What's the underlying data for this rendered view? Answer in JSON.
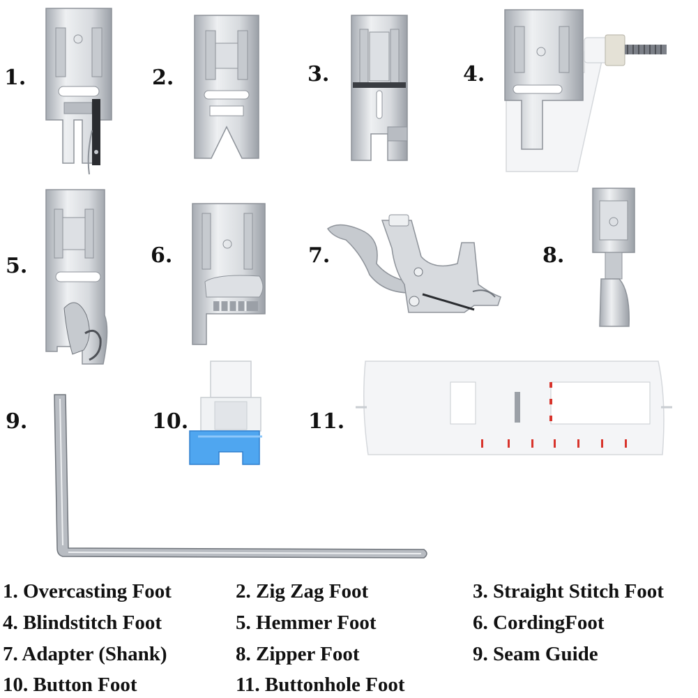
{
  "numbers": [
    "1.",
    "2.",
    "3.",
    "4.",
    "5.",
    "6.",
    "7.",
    "8.",
    "9.",
    "10.",
    "11."
  ],
  "legend": [
    "1. Overcasting Foot",
    "2. Zig Zag Foot",
    "3. Straight Stitch Foot",
    "4. Blindstitch Foot",
    "5. Hemmer Foot",
    "6. CordingFoot",
    "7. Adapter (Shank)",
    "8. Zipper Foot",
    "9. Seam Guide",
    "10. Button Foot",
    "11. Buttonhole Foot"
  ],
  "colors": {
    "metal_light": "#e9ebee",
    "metal_mid": "#c6cacf",
    "metal_dark": "#8d9299",
    "plastic_white": "#f4f5f7",
    "blue_tip": "#4fa6f0",
    "red_marks": "#d8342c",
    "text": "#111111"
  }
}
